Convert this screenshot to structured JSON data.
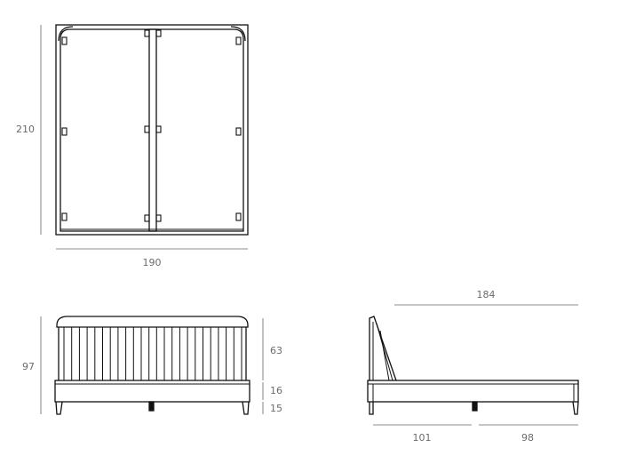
{
  "dimensions": {
    "top_height": "210",
    "top_width": "190",
    "front_height_total": "97",
    "front_headboard": "63",
    "front_frame": "16",
    "front_leg": "15",
    "side_length": "184",
    "side_segment_left": "101",
    "side_segment_right": "98"
  },
  "colors": {
    "stroke": "#111111",
    "dimension_line": "#666666",
    "dimension_text": "#6b6b6b",
    "background": "#ffffff"
  }
}
